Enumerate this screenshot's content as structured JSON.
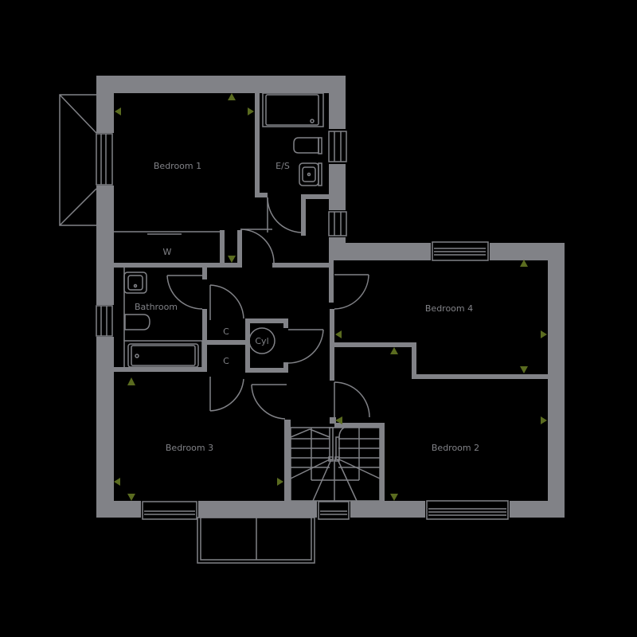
{
  "colors": {
    "background": "#000000",
    "wall": "#818287",
    "arrow": "#5a6b1f"
  },
  "rooms": {
    "bedroom1": "Bedroom 1",
    "ensuite": "E/S",
    "wardrobe": "W",
    "bathroom": "Bathroom",
    "cupboard_upper": "C",
    "cupboard_lower": "C",
    "cylinder": "Cyl",
    "bedroom4": "Bedroom 4",
    "bedroom3": "Bedroom 3",
    "bedroom2": "Bedroom 2"
  },
  "icons": {
    "dimension_arrow": "triangle-marker",
    "window": "window-symbol",
    "door": "door-swing-arc",
    "stairs": "staircase-symbol",
    "bay": "bay-window-symbol"
  }
}
